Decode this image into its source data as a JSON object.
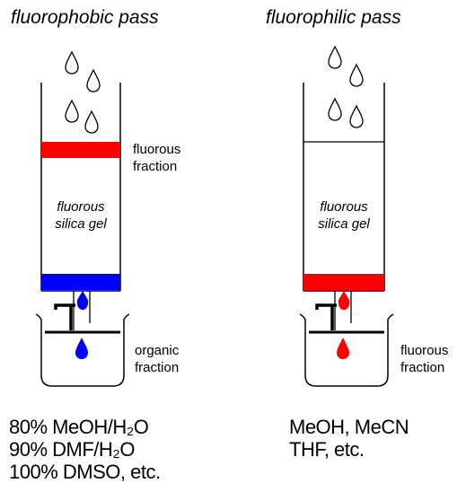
{
  "left_panel": {
    "title": "fluorophobic pass",
    "band_top_label_line1": "fluorous",
    "band_top_label_line2": "fraction",
    "gel_line1": "fluorous",
    "gel_line2": "silica gel",
    "beaker_label_line1": "organic",
    "beaker_label_line2": "fraction",
    "solvents": [
      "80% MeOH/H₂O",
      "90% DMF/H₂O",
      "100% DMSO, etc."
    ],
    "top_band_color": "#ff0000",
    "bottom_band_color": "#0000ff",
    "drop_color": "#0000ff"
  },
  "right_panel": {
    "title": "fluorophilic pass",
    "gel_line1": "fluorous",
    "gel_line2": "silica gel",
    "beaker_label_line1": "fluorous",
    "beaker_label_line2": "fraction",
    "solvents": [
      "MeOH, MeCN",
      "THF, etc."
    ],
    "bottom_band_color": "#ff0000",
    "drop_color": "#ff0000"
  }
}
